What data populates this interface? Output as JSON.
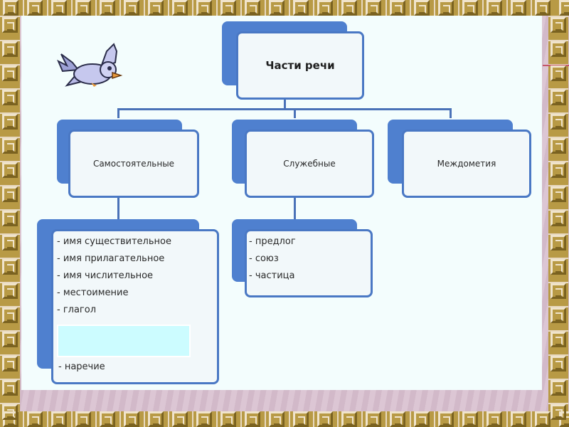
{
  "diagram": {
    "root": {
      "label": "Части речи"
    },
    "categories": [
      {
        "label": "Самостоятельные"
      },
      {
        "label": "Служебные"
      },
      {
        "label": "Междометия"
      }
    ],
    "independent_items": [
      "- имя существительное",
      "- имя прилагательное",
      "- имя числительное",
      "- местоимение",
      "- глагол"
    ],
    "independent_blank": "",
    "independent_last": "- наречие",
    "auxiliary_items": [
      "- предлог",
      "- союз",
      "- частица"
    ]
  },
  "decoration": {
    "image": "flying-bird",
    "frame": "greek-key-border"
  },
  "colors": {
    "card_back": "#4f80cf",
    "card_border": "#4a78c4",
    "card_fill": "#f2f8fa",
    "blank_slot": "#ccfcff",
    "frame_gold": "#b89a45",
    "canvas": "#f3fdfd"
  }
}
